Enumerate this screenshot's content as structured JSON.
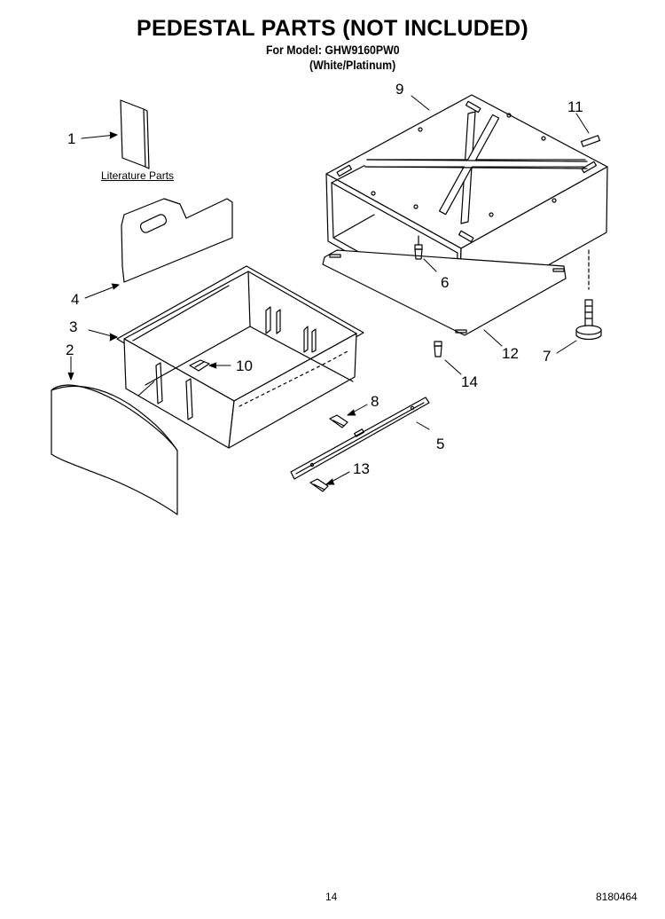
{
  "header": {
    "title": "PEDESTAL PARTS (NOT INCLUDED)",
    "model": "For Model: GHW9160PW0",
    "variant": "(White/Platinum)"
  },
  "literature_label": "Literature Parts",
  "callouts": [
    "1",
    "2",
    "3",
    "4",
    "5",
    "6",
    "7",
    "8",
    "9",
    "10",
    "11",
    "12",
    "13",
    "14"
  ],
  "footer": {
    "page": "14",
    "doc_number": "8180464"
  }
}
